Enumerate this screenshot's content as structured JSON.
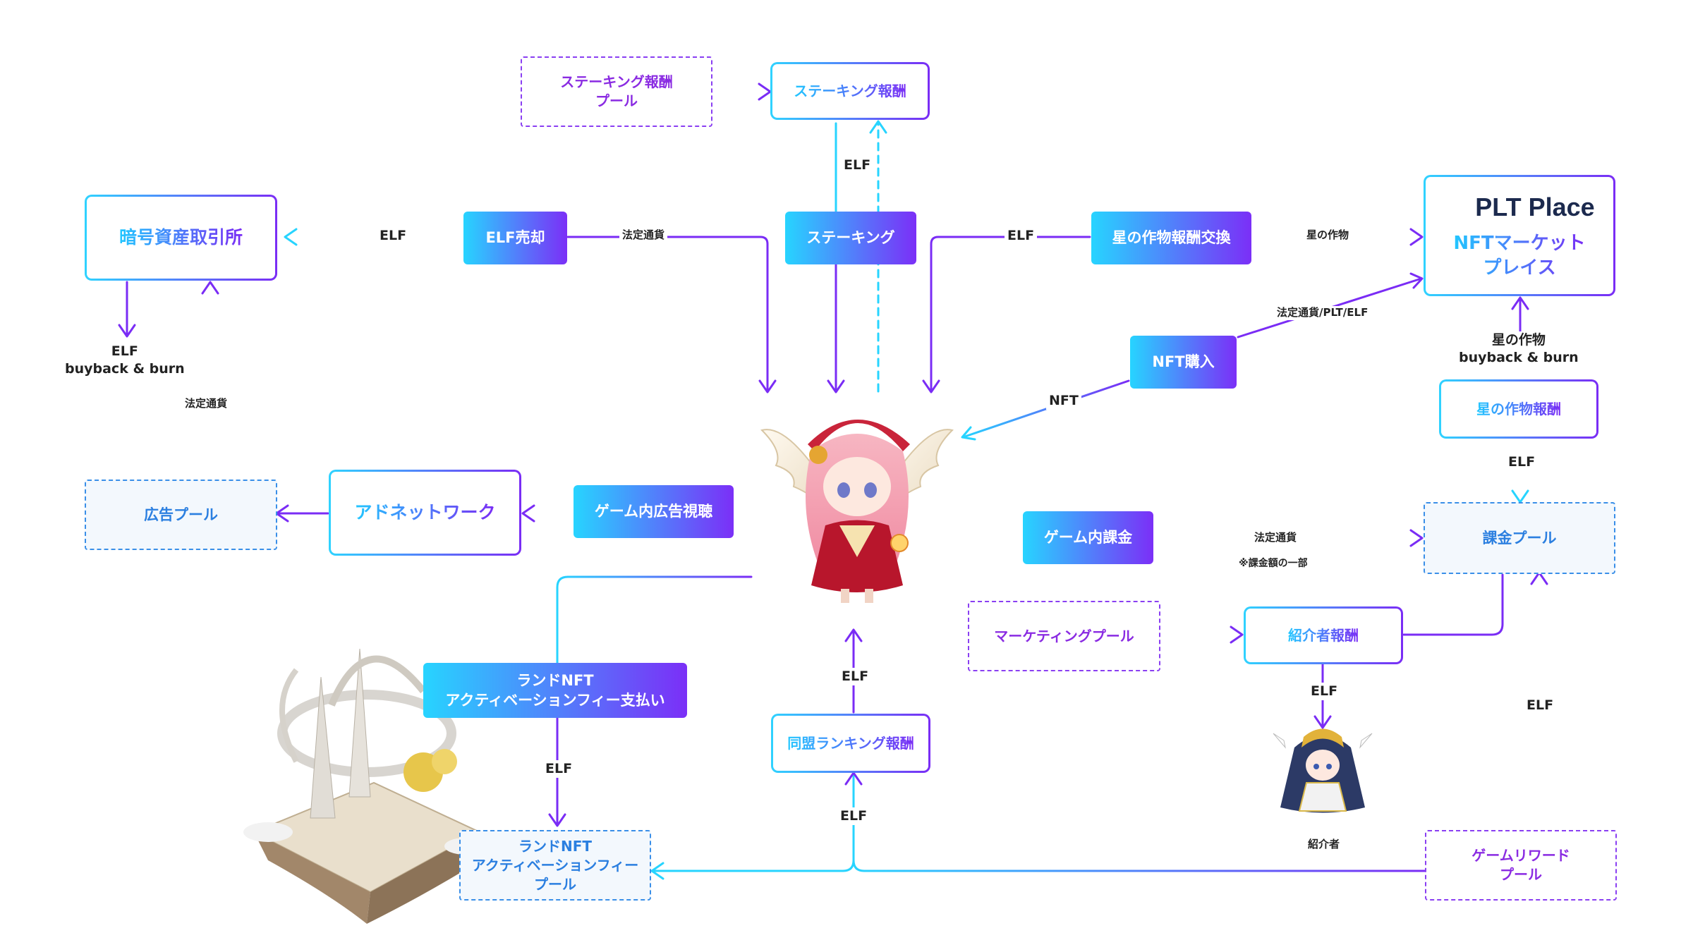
{
  "nodes": {
    "staking_reward_pool": "ステーキング報酬\nプール",
    "staking_reward": "ステーキング報酬",
    "exchange": "暗号資産取引所",
    "plt_place_logo": "PLT Place",
    "plt_place_sub": "NFTマーケット\nプレイス",
    "star_work_reward": "星の作物報酬",
    "billing_pool": "課金プール",
    "ad_pool": "広告プール",
    "ad_network": "アドネットワーク",
    "marketing_pool": "マーケティングプール",
    "referral_reward": "紹介者報酬",
    "alliance_ranking_reward": "同盟ランキング報酬",
    "land_nft_fee_pool": "ランドNFT\nアクティベーションフィー\nプール",
    "game_reward_pool": "ゲームリワード\nプール"
  },
  "actions": {
    "elf_sell": "ELF売却",
    "staking": "ステーキング",
    "star_work_exchange": "星の作物報酬交換",
    "nft_purchase": "NFT購入",
    "in_game_ad_view": "ゲーム内広告視聴",
    "in_game_billing": "ゲーム内課金",
    "land_nft_fee_payment": "ランドNFT\nアクティベーションフィー支払い"
  },
  "labels": {
    "elf_staking": "ELF",
    "elf_exchange": "ELF",
    "fiat_sell": "法定通貨",
    "elf_star": "ELF",
    "star_work": "星の作物",
    "fiat_plt_elf": "法定通貨/PLT/ELF",
    "nft": "NFT",
    "buyback_burn": "ELF\nbuyback & burn",
    "fiat_ad": "法定通貨",
    "star_buyback_burn": "星の作物\nbuyback & burn",
    "elf_billing_pool": "ELF",
    "fiat_billing": "法定通貨",
    "billing_note": "※課金額の一部",
    "elf_referral": "ELF",
    "referrer": "紹介者",
    "elf_game_reward": "ELF",
    "elf_alliance_up": "ELF",
    "elf_alliance_in": "ELF",
    "elf_land": "ELF"
  },
  "colors": {
    "purple": "#7a2cf5",
    "blue": "#27d4ff",
    "pill_start": "#27d4ff",
    "pill_end": "#7b2ff7"
  },
  "icons": {
    "main_character": "winged-chibi-character",
    "referrer_character": "referrer-chibi-character",
    "land": "floating-land-island",
    "plt_logo": "plt-place-logo-icon"
  }
}
